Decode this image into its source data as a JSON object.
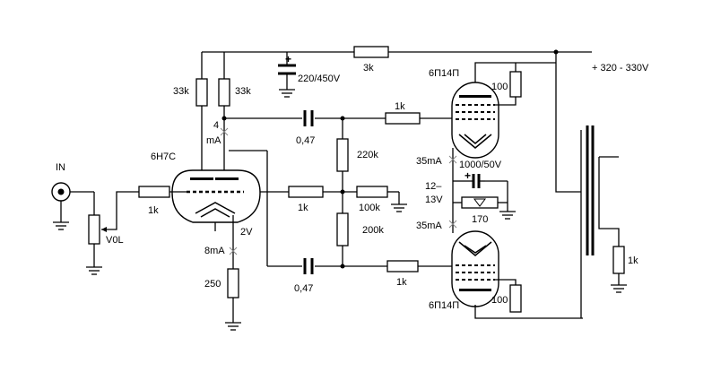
{
  "labels": {
    "supply": "+ 320 - 330V",
    "r_supply": "3k",
    "c_supply": "220/450V",
    "r_load_a": "33k",
    "r_load_b": "33k",
    "current_driver": "4",
    "current_driver_unit": "mA",
    "driver_tube": "6H7C",
    "input": "IN",
    "vol": "V0L",
    "r_grid_in": "1k",
    "c_top": "0,47",
    "c_bottom": "0,47",
    "r_220k": "220k",
    "r_100k": "100k",
    "r_200k": "200k",
    "r_mid_1k": "1k",
    "r_grid_top": "1k",
    "r_grid_bot": "1k",
    "cathode_current": "8mA",
    "cathode_voltage": "2V",
    "r_cathode": "250",
    "out_tube_top": "6П14П",
    "out_tube_bot": "6П14П",
    "r_screen_top": "100",
    "r_screen_bot": "100",
    "current_top": "35mA",
    "current_bot": "35mA",
    "c_bias": "1000/50V",
    "bias_v1": "12–",
    "bias_v2": "13V",
    "r_bias": "170",
    "r_out": "1k"
  }
}
